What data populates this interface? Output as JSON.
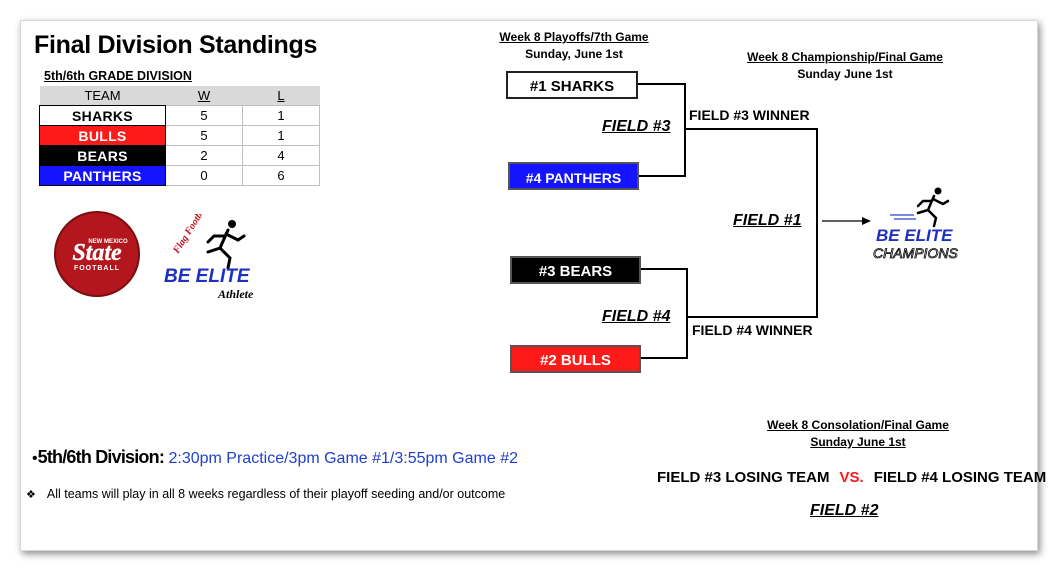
{
  "title": "Final Division Standings",
  "division": "5th/6th GRADE DIVISION",
  "standings": {
    "headers": {
      "team": "TEAM",
      "w": "W",
      "l": "L"
    },
    "rows": [
      {
        "team": "SHARKS",
        "w": "5",
        "l": "1"
      },
      {
        "team": "BULLS",
        "w": "5",
        "l": "1"
      },
      {
        "team": "BEARS",
        "w": "2",
        "l": "4"
      },
      {
        "team": "PANTHERS",
        "w": "0",
        "l": "6"
      }
    ]
  },
  "logos": {
    "state": {
      "top": "NEW MEXICO",
      "main": "State",
      "bottom": "FOOTBALL"
    },
    "be_elite": {
      "top": "Flag Football",
      "main": "BE ELITE",
      "sub": "Athlete"
    },
    "champions": {
      "main": "BE ELITE",
      "sub": "CHAMPIONS"
    }
  },
  "playoffs": {
    "line1": "Week 8 Playoffs/7th Game",
    "line2": "Sunday, June 1st"
  },
  "championship": {
    "line1": "Week 8 Championship/Final Game",
    "line2": "Sunday June 1st"
  },
  "bracket": {
    "seed1": "#1 SHARKS",
    "seed4": "#4 PANTHERS",
    "seed3": "#3 BEARS",
    "seed2": "#2 BULLS",
    "field3": "FIELD #3",
    "field4": "FIELD #4",
    "field1": "FIELD #1",
    "winner3": "FIELD #3 WINNER",
    "winner4": "FIELD #4 WINNER"
  },
  "schedule": {
    "lead": "5th/6th Division:",
    "time": "2:30pm Practice/3pm Game #1/3:55pm Game #2",
    "note": "All teams will play in all 8 weeks regardless of their playoff seeding and/or outcome"
  },
  "consolation": {
    "line1": "Week 8 Consolation/Final Game",
    "line2": "Sunday June 1st",
    "left": "FIELD #3 LOSING TEAM",
    "vs": "VS.",
    "right": "FIELD #4 LOSING TEAM",
    "field": "FIELD #2"
  },
  "colors": {
    "red": "#ff1a1a",
    "blue": "#1414ff",
    "black": "#000000",
    "time_text": "#1f3fcf",
    "state_logo": "#b3161c"
  }
}
